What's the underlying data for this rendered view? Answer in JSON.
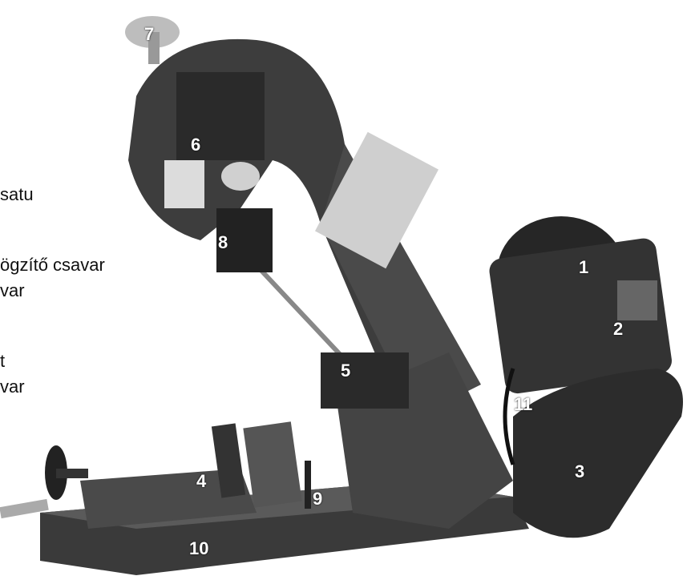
{
  "side_labels": [
    " satu",
    "ögzítő csavar",
    "var",
    "t",
    "var"
  ],
  "part_numbers": [
    "1",
    "2",
    "3",
    "4",
    "5",
    "6",
    "7",
    "8",
    "9",
    "10",
    "11"
  ],
  "colors": {
    "background": "#ffffff",
    "machine_dark": "#2a2a2a",
    "machine_mid": "#4a4a4a",
    "machine_light": "#7a7a7a",
    "label_text": "#ffffff"
  }
}
